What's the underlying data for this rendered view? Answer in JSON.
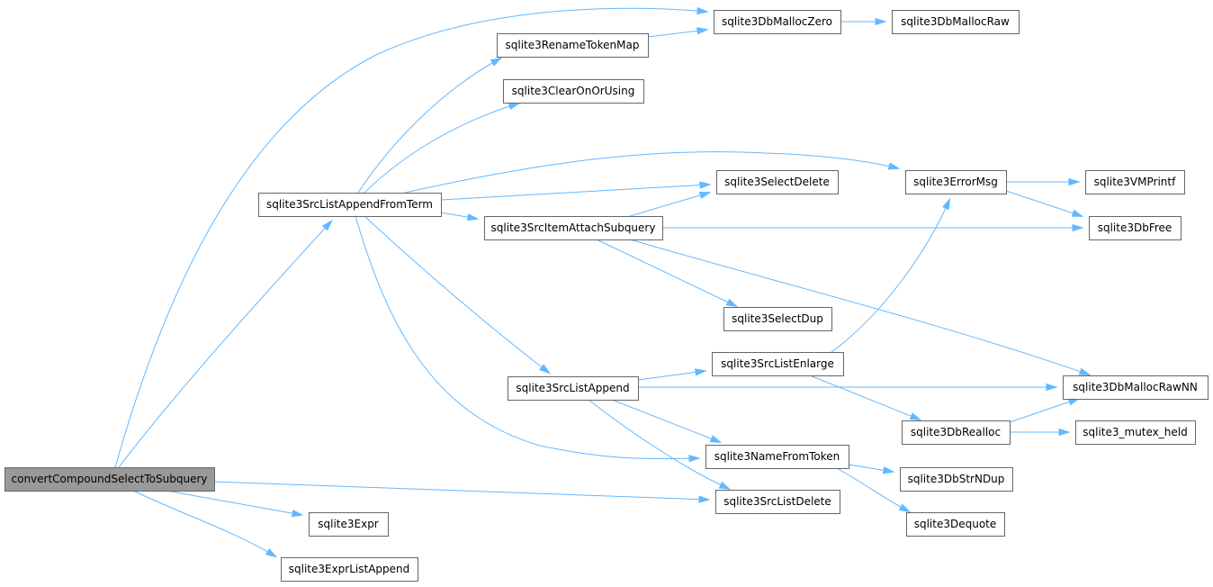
{
  "graph": {
    "root": "convertCompoundSelectToSubquery",
    "nodes": [
      {
        "id": "root",
        "label": "convertCompoundSelectToSubquery"
      },
      {
        "id": "srcListAppendFromTerm",
        "label": "sqlite3SrcListAppendFromTerm"
      },
      {
        "id": "renameTokenMap",
        "label": "sqlite3RenameTokenMap"
      },
      {
        "id": "clearOnOrUsing",
        "label": "sqlite3ClearOnOrUsing"
      },
      {
        "id": "dbMallocZero",
        "label": "sqlite3DbMallocZero"
      },
      {
        "id": "dbMallocRaw",
        "label": "sqlite3DbMallocRaw"
      },
      {
        "id": "selectDelete",
        "label": "sqlite3SelectDelete"
      },
      {
        "id": "srcItemAttachSubquery",
        "label": "sqlite3SrcItemAttachSubquery"
      },
      {
        "id": "errorMsg",
        "label": "sqlite3ErrorMsg"
      },
      {
        "id": "vmPrintf",
        "label": "sqlite3VMPrintf"
      },
      {
        "id": "dbFree",
        "label": "sqlite3DbFree"
      },
      {
        "id": "selectDup",
        "label": "sqlite3SelectDup"
      },
      {
        "id": "srcListEnlarge",
        "label": "sqlite3SrcListEnlarge"
      },
      {
        "id": "srcListAppend",
        "label": "sqlite3SrcListAppend"
      },
      {
        "id": "dbMallocRawNN",
        "label": "sqlite3DbMallocRawNN"
      },
      {
        "id": "dbRealloc",
        "label": "sqlite3DbRealloc"
      },
      {
        "id": "mutexHeld",
        "label": "sqlite3_mutex_held"
      },
      {
        "id": "nameFromToken",
        "label": "sqlite3NameFromToken"
      },
      {
        "id": "dbStrNDup",
        "label": "sqlite3DbStrNDup"
      },
      {
        "id": "srcListDelete",
        "label": "sqlite3SrcListDelete"
      },
      {
        "id": "dequote",
        "label": "sqlite3Dequote"
      },
      {
        "id": "expr",
        "label": "sqlite3Expr"
      },
      {
        "id": "exprListAppend",
        "label": "sqlite3ExprListAppend"
      }
    ],
    "edges": [
      {
        "from": "root",
        "to": "dbMallocZero"
      },
      {
        "from": "root",
        "to": "srcListAppendFromTerm"
      },
      {
        "from": "root",
        "to": "srcListDelete"
      },
      {
        "from": "root",
        "to": "expr"
      },
      {
        "from": "root",
        "to": "exprListAppend"
      },
      {
        "from": "srcListAppendFromTerm",
        "to": "renameTokenMap"
      },
      {
        "from": "srcListAppendFromTerm",
        "to": "clearOnOrUsing"
      },
      {
        "from": "srcListAppendFromTerm",
        "to": "errorMsg"
      },
      {
        "from": "srcListAppendFromTerm",
        "to": "selectDelete"
      },
      {
        "from": "srcListAppendFromTerm",
        "to": "srcItemAttachSubquery"
      },
      {
        "from": "srcListAppendFromTerm",
        "to": "srcListAppend"
      },
      {
        "from": "srcListAppendFromTerm",
        "to": "nameFromToken"
      },
      {
        "from": "renameTokenMap",
        "to": "dbMallocZero"
      },
      {
        "from": "dbMallocZero",
        "to": "dbMallocRaw"
      },
      {
        "from": "srcItemAttachSubquery",
        "to": "selectDelete"
      },
      {
        "from": "srcItemAttachSubquery",
        "to": "dbFree"
      },
      {
        "from": "srcItemAttachSubquery",
        "to": "selectDup"
      },
      {
        "from": "srcItemAttachSubquery",
        "to": "dbMallocRawNN"
      },
      {
        "from": "errorMsg",
        "to": "vmPrintf"
      },
      {
        "from": "errorMsg",
        "to": "dbFree"
      },
      {
        "from": "srcListAppend",
        "to": "srcListEnlarge"
      },
      {
        "from": "srcListAppend",
        "to": "dbMallocRawNN"
      },
      {
        "from": "srcListAppend",
        "to": "nameFromToken"
      },
      {
        "from": "srcListAppend",
        "to": "srcListDelete"
      },
      {
        "from": "srcListEnlarge",
        "to": "errorMsg"
      },
      {
        "from": "srcListEnlarge",
        "to": "dbRealloc"
      },
      {
        "from": "dbRealloc",
        "to": "dbMallocRawNN"
      },
      {
        "from": "dbRealloc",
        "to": "mutexHeld"
      },
      {
        "from": "nameFromToken",
        "to": "dbStrNDup"
      },
      {
        "from": "nameFromToken",
        "to": "dequote"
      }
    ]
  }
}
